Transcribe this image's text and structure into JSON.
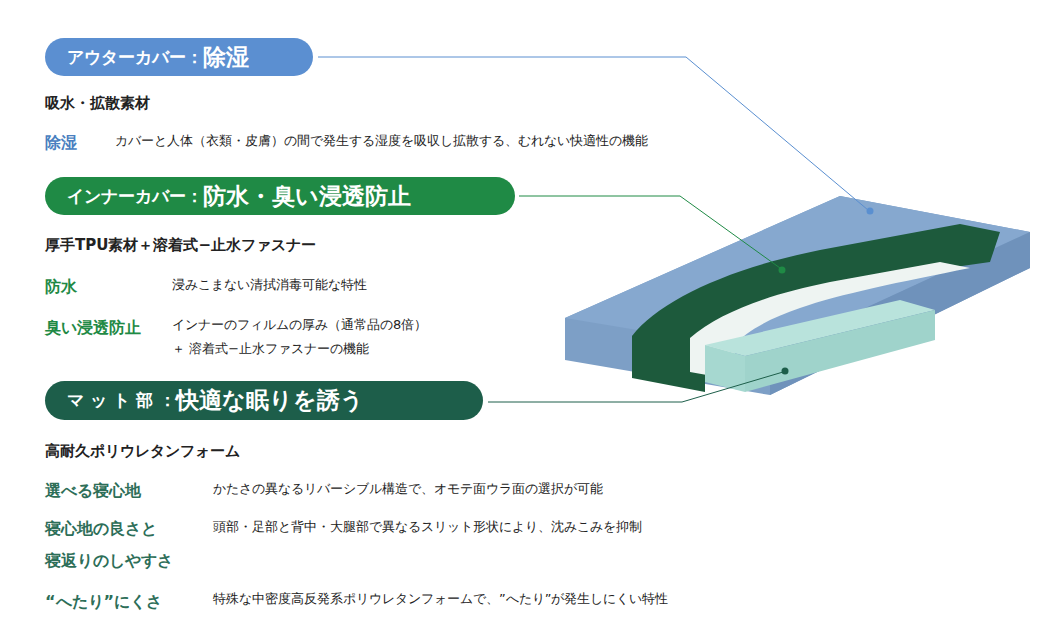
{
  "diagram": {
    "nodes": [
      {
        "text": [
          "アウターカバー：",
          "除湿"
        ]
      },
      {
        "text": [
          "インナーカバー：",
          "防水・臭い浸透防止"
        ]
      },
      {
        "text": [
          "マ ッ ト 部 ：",
          "快適な眠りを誘う"
        ]
      }
    ],
    "labels": [
      "吸水・拡散素材",
      "除湿",
      "カバーと人体（衣類・皮膚）の間で発生する湿度を吸収し拡散する、むれない快適性の機能",
      "厚手TPU素材＋溶着式−止水ファスナー",
      "防水",
      "浸みこまない清拭消毒可能な特性",
      "臭い浸透防止",
      "インナーのフィルムの厚み（通常品の8倍）",
      "＋ 溶着式−止水ファスナーの機能",
      "高耐久ポリウレタンフォーム",
      "選べる寝心地",
      "かたさの異なるリバーシブル構造で、オモテ面ウラ面の選択が可能",
      "寝心地の良さと",
      "寝返りのしやすさ",
      "頭部・足部と背中・大腿部で異なるスリット形状により、沈みこみを抑制",
      "“へたり”にくさ",
      "特殊な中密度高反発系ポリウレタンフォームで、”へたり”が発生しにくい特性"
    ]
  }
}
